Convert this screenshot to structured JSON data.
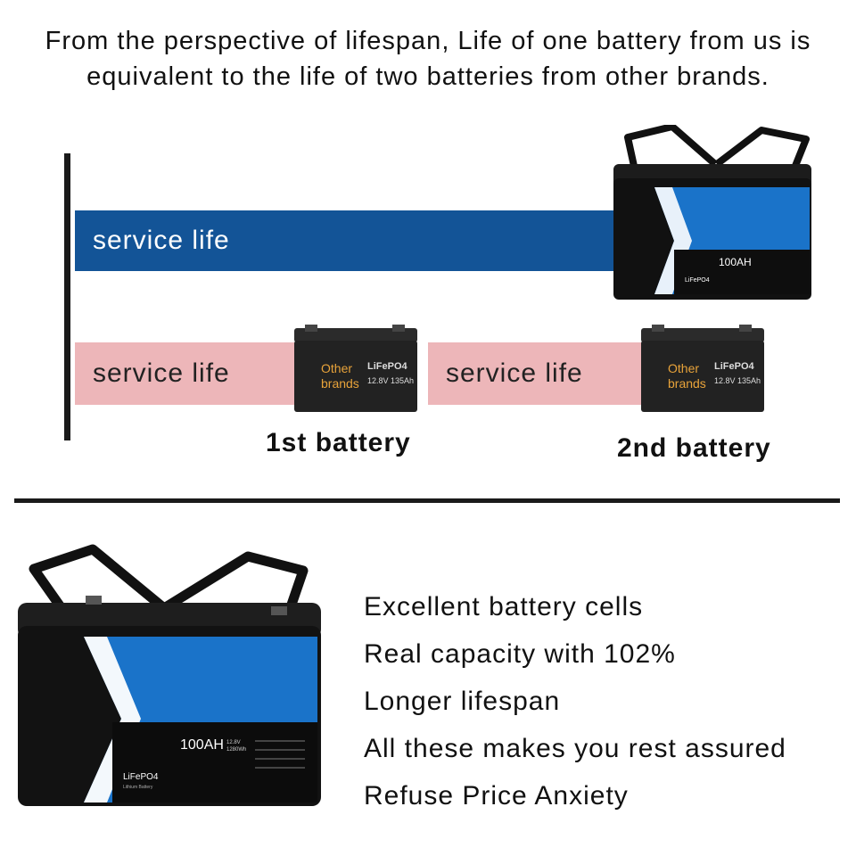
{
  "headline": "From the perspective of lifespan, Life of one battery from us is equivalent to the life of two batteries from other brands.",
  "bars": {
    "ours_label": "service life",
    "other1_label": "service life",
    "other2_label": "service life"
  },
  "captions": {
    "first": "1st battery",
    "second": "2nd battery"
  },
  "other_battery": {
    "brand_line1": "Other",
    "brand_line2": "brands",
    "model": "LiFePO4",
    "spec": "12.8V 135Ah"
  },
  "our_battery": {
    "capacity": "100AH",
    "chemistry": "LiFePO4",
    "chemistry_sub": "Lithium Battery",
    "spec_line1": "12.8V",
    "spec_line2": "1280Wh"
  },
  "features": [
    "Excellent battery cells",
    "Real capacity with 102%",
    "Longer lifespan",
    "All these makes you rest assured",
    "Refuse Price Anxiety"
  ],
  "colors": {
    "ours_bar": "#135497",
    "other_bar": "#edb6b9",
    "battery_blue": "#1a73c9"
  }
}
